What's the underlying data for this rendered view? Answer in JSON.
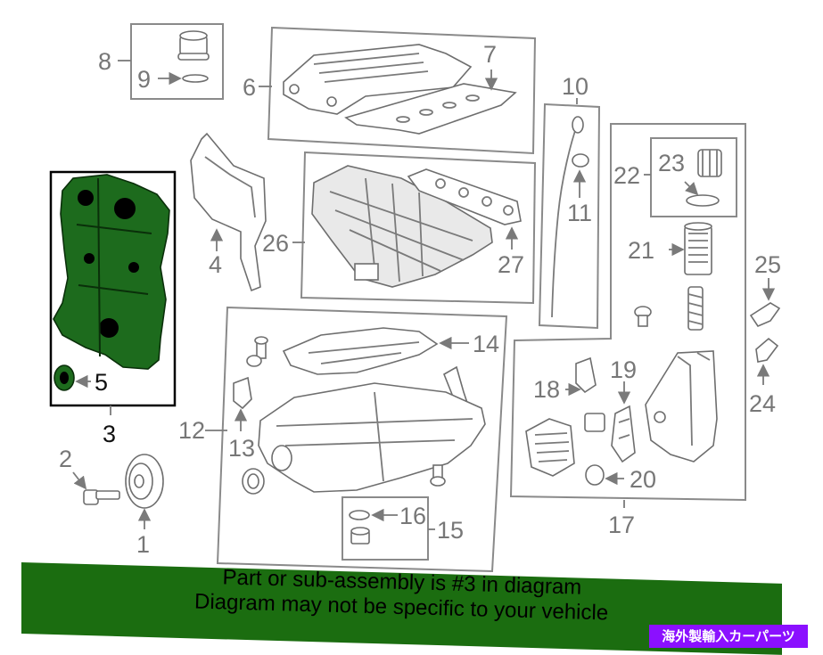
{
  "colors": {
    "highlight": "#1d6b1d",
    "banner": "#1b6d10",
    "watermark": "#8b10ff",
    "label": "#777777"
  },
  "callouts": {
    "c1": "1",
    "c2": "2",
    "c3": "3",
    "c4": "4",
    "c5": "5",
    "c6": "6",
    "c7": "7",
    "c8": "8",
    "c9": "9",
    "c10": "10",
    "c11": "11",
    "c12": "12",
    "c13": "13",
    "c14": "14",
    "c15": "15",
    "c16": "16",
    "c17": "17",
    "c18": "18",
    "c19": "19",
    "c20": "20",
    "c21": "21",
    "c22": "22",
    "c23": "23",
    "c24": "24",
    "c25": "25",
    "c26": "26",
    "c27": "27"
  },
  "banner": {
    "line1": "Part or sub-assembly is #3 in diagram",
    "line2": "Diagram may not be specific to your vehicle"
  },
  "watermark": "海外製輸入カーパーツ"
}
